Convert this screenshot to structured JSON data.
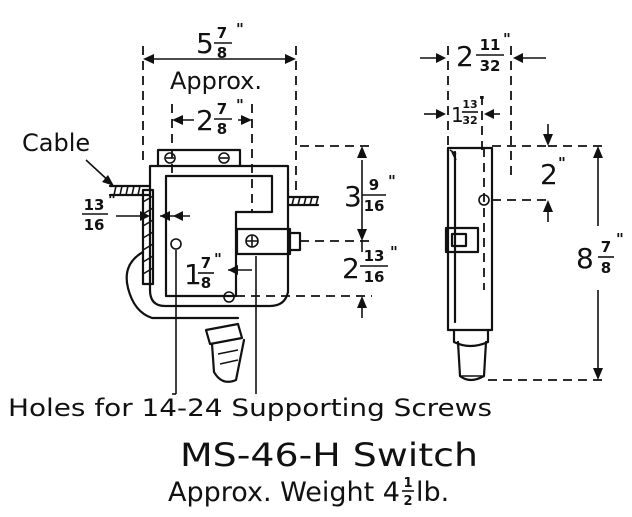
{
  "labels": {
    "cable": "Cable",
    "approx": "Approx.",
    "holes": "Holes for 14-24 Supporting Screws",
    "title": "MS-46-H Switch",
    "weight_prefix": "Approx. Weight 4",
    "weight_frac_num": "1",
    "weight_frac_den": "2",
    "weight_unit": " lb."
  },
  "dimensions": {
    "overall_width": {
      "whole": "5",
      "num": "7",
      "den": "8",
      "unit": "\""
    },
    "inner_width": {
      "whole": "2",
      "num": "7",
      "den": "8",
      "unit": "\""
    },
    "cable_offset": {
      "num": "13",
      "den": "16",
      "unit": "\""
    },
    "lower_offset": {
      "whole": "1",
      "num": "7",
      "den": "8",
      "unit": "\""
    },
    "upper_height": {
      "whole": "3",
      "num": "9",
      "den": "16",
      "unit": "\""
    },
    "lower_height": {
      "whole": "2",
      "num": "13",
      "den": "16",
      "unit": "\""
    },
    "side_depth": {
      "whole": "2",
      "num": "11",
      "den": "32",
      "unit": "\""
    },
    "side_offset": {
      "whole": "1",
      "num": "13",
      "den": "32",
      "unit": "\""
    },
    "side_hole": {
      "whole": "2",
      "unit": "\""
    },
    "overall_height": {
      "whole": "8",
      "num": "7",
      "den": "8",
      "unit": "\""
    }
  }
}
